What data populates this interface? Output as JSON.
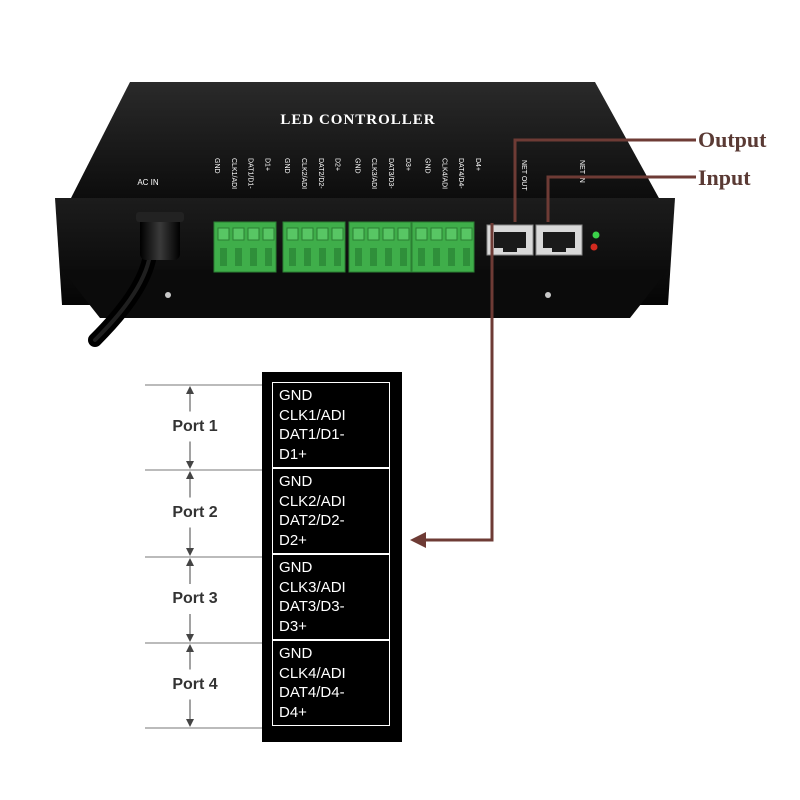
{
  "device": {
    "title": "LED CONTROLLER",
    "ac_in_label": "AC IN",
    "net_out_label": "NET OUT",
    "net_in_label": "NET IN",
    "pin_labels": [
      "GND",
      "CLK1/ADI",
      "DAT1/D1-",
      "D1+",
      "GND",
      "CLK2/ADI",
      "DAT2/D2-",
      "D2+",
      "GND",
      "CLK3/ADI",
      "DAT3/D3-",
      "D3+",
      "GND",
      "CLK4/ADI",
      "DAT4/D4-",
      "D4+"
    ]
  },
  "callouts": {
    "output": "Output",
    "input": "Input"
  },
  "ports": [
    {
      "name": "Port 1",
      "lines": [
        "GND",
        "CLK1/ADI",
        "DAT1/D1-",
        "D1+"
      ]
    },
    {
      "name": "Port 2",
      "lines": [
        "GND",
        "CLK2/ADI",
        "DAT2/D2-",
        "D2+"
      ]
    },
    {
      "name": "Port 3",
      "lines": [
        "GND",
        "CLK3/ADI",
        "DAT3/D3-",
        "D3+"
      ]
    },
    {
      "name": "Port 4",
      "lines": [
        "GND",
        "CLK4/ADI",
        "DAT4/D4-",
        "D4+"
      ]
    }
  ],
  "colors": {
    "arrow": "#6e3b35",
    "terminal_green": "#3fae4a",
    "housing": "#141414"
  }
}
